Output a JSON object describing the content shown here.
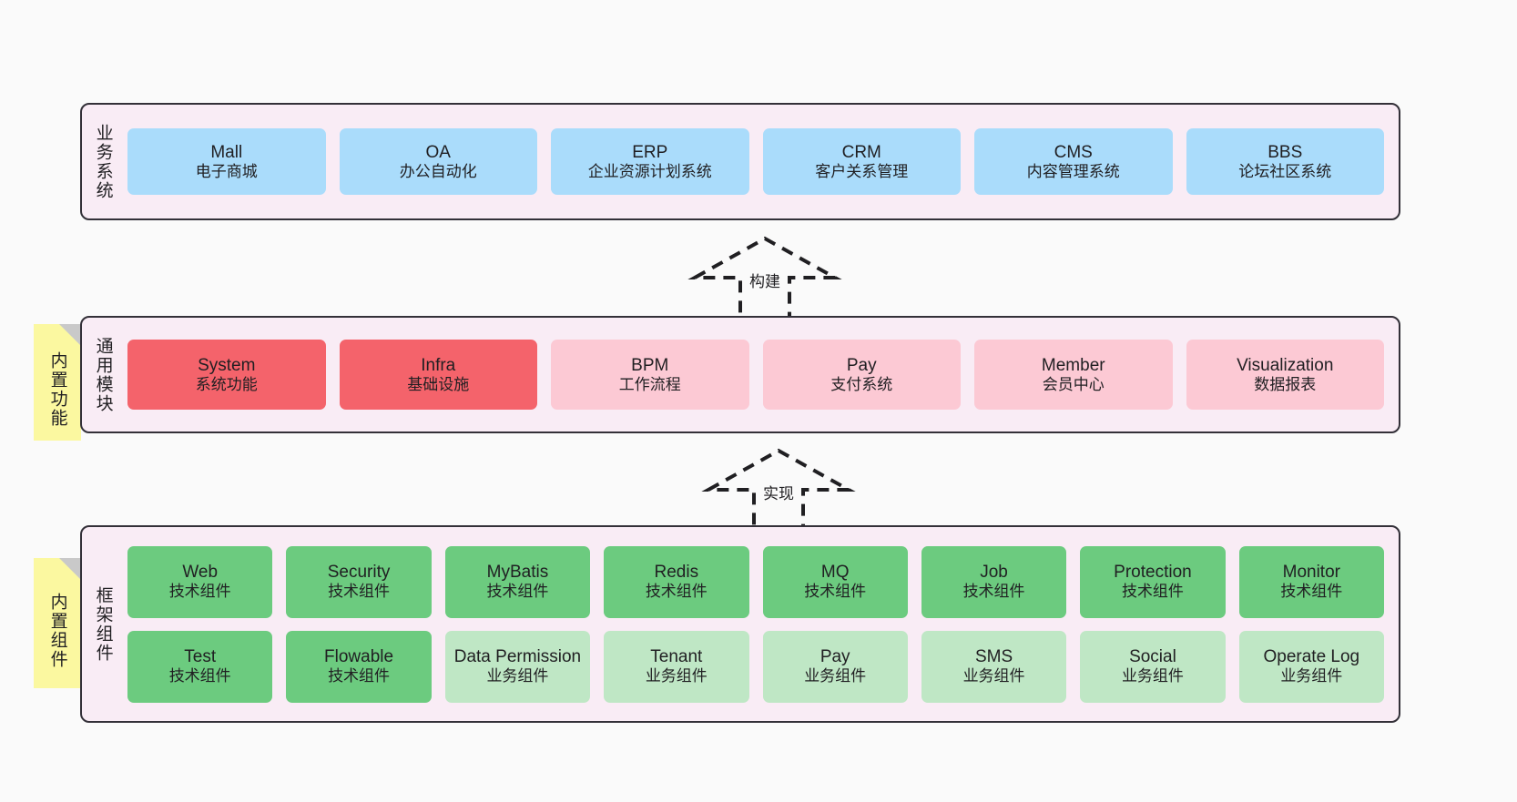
{
  "diagram": {
    "title": "",
    "background": "#fafafa",
    "colors": {
      "layer_band": "#f9ecf5",
      "layer_border": "#333038",
      "business_node": "#aadcfb",
      "common_core_node": "#f4636b",
      "common_node": "#fcc9d4",
      "framework_tech_node": "#6ccb7f",
      "framework_biz_node": "#bfe7c5",
      "note": "#fbf8a0",
      "note_fold": "#c9c9c9"
    }
  },
  "layers": {
    "business": {
      "title": "业务系统",
      "nodes": [
        {
          "en": "Mall",
          "cn": "电子商城",
          "style": "blue"
        },
        {
          "en": "OA",
          "cn": "办公自动化",
          "style": "blue"
        },
        {
          "en": "ERP",
          "cn": "企业资源计划系统",
          "style": "blue"
        },
        {
          "en": "CRM",
          "cn": "客户关系管理",
          "style": "blue"
        },
        {
          "en": "CMS",
          "cn": "内容管理系统",
          "style": "blue"
        },
        {
          "en": "BBS",
          "cn": "论坛社区系统",
          "style": "blue"
        }
      ]
    },
    "common": {
      "title": "通用模块",
      "note": "内置功能",
      "nodes": [
        {
          "en": "System",
          "cn": "系统功能",
          "style": "red"
        },
        {
          "en": "Infra",
          "cn": "基础设施",
          "style": "red"
        },
        {
          "en": "BPM",
          "cn": "工作流程",
          "style": "pink"
        },
        {
          "en": "Pay",
          "cn": "支付系统",
          "style": "pink"
        },
        {
          "en": "Member",
          "cn": "会员中心",
          "style": "pink"
        },
        {
          "en": "Visualization",
          "cn": "数据报表",
          "style": "pink"
        }
      ]
    },
    "framework": {
      "title": "框架组件",
      "note": "内置组件",
      "rows": [
        [
          {
            "en": "Web",
            "cn": "技术组件",
            "style": "green"
          },
          {
            "en": "Security",
            "cn": "技术组件",
            "style": "green"
          },
          {
            "en": "MyBatis",
            "cn": "技术组件",
            "style": "green"
          },
          {
            "en": "Redis",
            "cn": "技术组件",
            "style": "green"
          },
          {
            "en": "MQ",
            "cn": "技术组件",
            "style": "green"
          },
          {
            "en": "Job",
            "cn": "技术组件",
            "style": "green"
          },
          {
            "en": "Protection",
            "cn": "技术组件",
            "style": "green"
          },
          {
            "en": "Monitor",
            "cn": "技术组件",
            "style": "green"
          }
        ],
        [
          {
            "en": "Test",
            "cn": "技术组件",
            "style": "green"
          },
          {
            "en": "Flowable",
            "cn": "技术组件",
            "style": "green"
          },
          {
            "en": "Data Permission",
            "cn": "业务组件",
            "style": "green-light"
          },
          {
            "en": "Tenant",
            "cn": "业务组件",
            "style": "green-light"
          },
          {
            "en": "Pay",
            "cn": "业务组件",
            "style": "green-light"
          },
          {
            "en": "SMS",
            "cn": "业务组件",
            "style": "green-light"
          },
          {
            "en": "Social",
            "cn": "业务组件",
            "style": "green-light"
          },
          {
            "en": "Operate Log",
            "cn": "业务组件",
            "style": "green-light"
          }
        ]
      ]
    }
  },
  "connectors": [
    {
      "id": "build",
      "label": "构建",
      "from": "common",
      "to": "business",
      "style": "dashed-hollow-arrow-up"
    },
    {
      "id": "implement",
      "label": "实现",
      "from": "framework",
      "to": "common",
      "style": "dashed-hollow-arrow-up"
    }
  ]
}
